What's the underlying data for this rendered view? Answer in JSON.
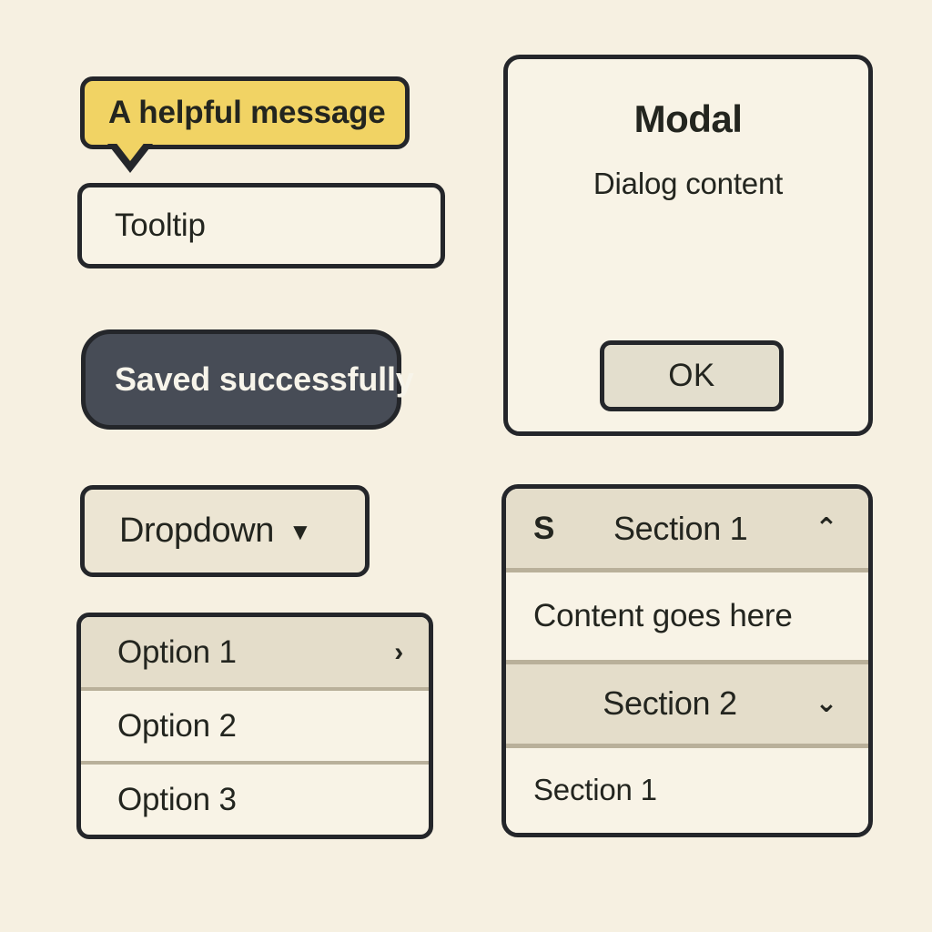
{
  "page": {
    "background_color": "#f6f0e1",
    "ink_color": "#24262a"
  },
  "tooltip": {
    "bubble_text": "A helpful message",
    "bubble_color": "#f1d364",
    "target_label": "Tooltip"
  },
  "toast": {
    "message": "Saved successfully",
    "background_color": "#474c56",
    "text_color": "#f7f4ea"
  },
  "dropdown": {
    "trigger_label": "Dropdown",
    "caret_glyph": "▼",
    "menu": {
      "items": [
        {
          "label": "Option 1",
          "active": true,
          "submenu_glyph": "›"
        },
        {
          "label": "Option 2",
          "active": false,
          "submenu_glyph": ""
        },
        {
          "label": "Option 3",
          "active": false,
          "submenu_glyph": ""
        }
      ]
    }
  },
  "modal": {
    "title": "Modal",
    "body": "Dialog content",
    "ok_label": "OK"
  },
  "accordion": {
    "sections": [
      {
        "lead": "S",
        "title": "Section 1",
        "chevron_glyph": "⌃",
        "expanded": true,
        "content": "Content goes here"
      },
      {
        "lead": "",
        "title": "Section 2",
        "chevron_glyph": "⌄",
        "expanded": false,
        "content": "Section 1"
      }
    ]
  }
}
